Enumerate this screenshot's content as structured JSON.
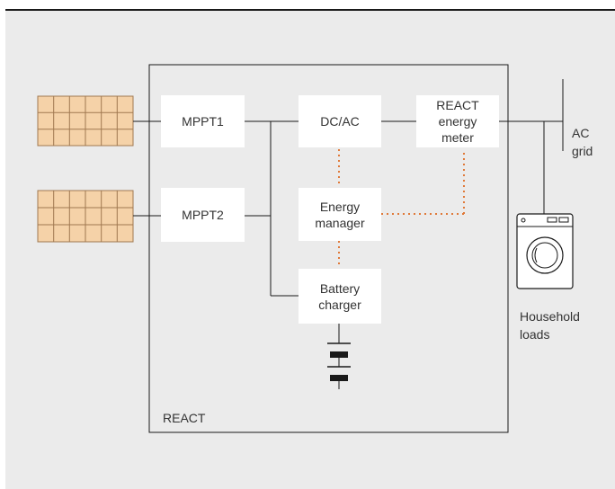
{
  "colors": {
    "background": "#ebebeb",
    "block_fill": "#ffffff",
    "line": "#1a1a1a",
    "signal_line": "#e07a3a",
    "solar_cell": "#f5d2a8",
    "solar_grid": "#a07850"
  },
  "blocks": {
    "mppt1": "MPPT1",
    "mppt2": "MPPT2",
    "dcac": "DC/AC",
    "meter": "REACT\nenergy\nmeter",
    "energy_manager": "Energy\nmanager",
    "battery_charger": "Battery\ncharger"
  },
  "labels": {
    "system": "REACT",
    "grid": "AC\ngrid",
    "loads": "Household\nloads"
  },
  "icons": {
    "panels": "solar-panel-icon",
    "battery": "battery-icon",
    "washer": "washing-machine-icon"
  }
}
